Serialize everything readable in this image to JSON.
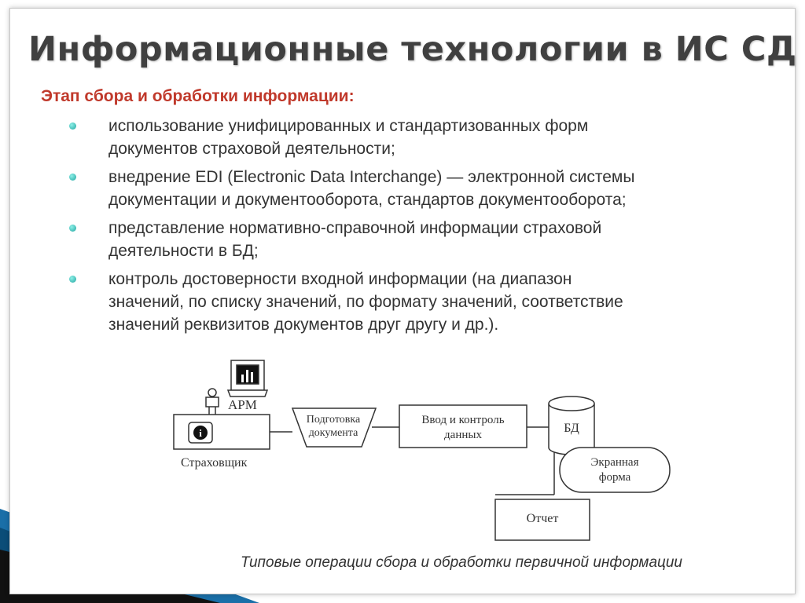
{
  "title": "Информационные технологии в ИС СД",
  "subtitle": "Этап сбора и обработки информации:",
  "bullets": [
    {
      "lines": [
        "использование унифицированных и стандартизованных форм",
        "документов страховой деятельности;"
      ]
    },
    {
      "lines": [
        "внедрение EDI (Electronic Data Interchange) — электронной системы",
        "документации и документооборота, стандартов документооборота;"
      ]
    },
    {
      "lines": [
        "представление нормативно-справочной информации страховой",
        "деятельности в БД;"
      ]
    },
    {
      "lines": [
        "контроль достоверности входной информации (на диапазон",
        "значений, по списку значений, по формату значений, соответствие",
        "значений реквизитов документов друг другу и др.)."
      ]
    }
  ],
  "diagram": {
    "arm_label": "АРМ",
    "insurer_label": "Страховщик",
    "info_symbol": "i",
    "prep_label": [
      "Подготовка",
      "документа"
    ],
    "input_label": [
      "Ввод и контроль",
      "данных"
    ],
    "db_label": "БД",
    "screen_label": [
      "Экранная",
      "форма"
    ],
    "report_label": "Отчет"
  },
  "caption": "Типовые операции сбора и обработки первичной информации",
  "colors": {
    "title": "#404040",
    "subtitle": "#c0392b",
    "bullet": "#20a5a0",
    "accent_blue": "#1a6fa8",
    "accent_dark": "#111111"
  }
}
